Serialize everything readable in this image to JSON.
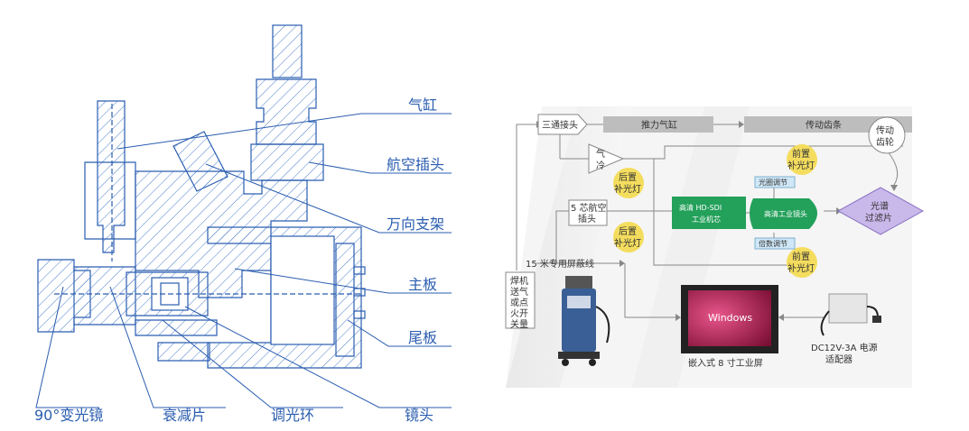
{
  "left_diagram": {
    "labels": {
      "cylinder": "气缸",
      "aviation_plug": "航空插头",
      "gimbal_bracket": "万向支架",
      "main_board": "主板",
      "tail_plate": "尾板",
      "mirror_90": "90°变光镜",
      "attenuator": "衰减片",
      "dimmer_ring": "调光环",
      "lens": "镜头"
    }
  },
  "right_diagram": {
    "three_way": "三通接头",
    "push_cylinder": "推力气缸",
    "gear_bar": "传动齿条",
    "drive_gear_l1": "传动",
    "drive_gear_l2": "齿轮",
    "air_cool_l1": "气",
    "air_cool_l2": "冷",
    "rear_light_1_l1": "后置",
    "rear_light_1_l2": "补光灯",
    "rear_light_2_l1": "后置",
    "rear_light_2_l2": "补光灯",
    "front_light_1_l1": "前置",
    "front_light_1_l2": "补光灯",
    "front_light_2_l1": "前置",
    "front_light_2_l2": "补光灯",
    "aviation_5core_l1": "5 芯航空",
    "aviation_5core_l2": "插头",
    "hd_core_l1": "高清 HD-SDI",
    "hd_core_l2": "工业机芯",
    "industrial_lens": "高清工业镜头",
    "aperture_adjust": "光圈调节",
    "zoom_adjust": "倍数调节",
    "spectral_filter_l1": "光谱",
    "spectral_filter_l2": "过滤片",
    "shield_cable": "15 米专用屏蔽线",
    "welder_l1": "焊机",
    "welder_l2": "送气",
    "welder_l3": "或点",
    "welder_l4": "火开",
    "welder_l5": "关量",
    "screen_caption": "嵌入式 8 寸工业屏",
    "screen_logo": "Windows",
    "power_l1": "DC12V-3A 电源",
    "power_l2": "适配器"
  },
  "colors": {
    "line_blue": "#2a5db0",
    "hatch_blue": "#4a7ccc",
    "grey_box": "#b7b7b7",
    "yellow_circle": "#f4dd5e",
    "green_box": "#23a05a",
    "purple_diamond": "#c9b8ea",
    "screen_red": "#b01e4c"
  }
}
